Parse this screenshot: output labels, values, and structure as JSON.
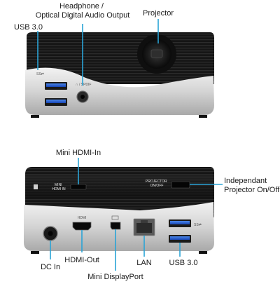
{
  "colors": {
    "callout": "#2aa3d6",
    "body_black": "#141414",
    "body_silver": "#d9d9d9",
    "usb_blue": "#1f5fd6"
  },
  "top_view": {
    "labels": {
      "usb": "USB 3.0",
      "audio": "Headphone /\nOptical Digital Audio Output",
      "projector": "Projector"
    },
    "device_text": {
      "ss_mark": "SS⇄",
      "spdif": "∩ / SPDIF"
    }
  },
  "bottom_view": {
    "labels": {
      "mini_hdmi": "Mini HDMI-In",
      "projector_switch": "Independant\nProjector On/Off",
      "dc_in": "DC In",
      "hdmi_out": "HDMI-Out",
      "mini_displayport": "Mini DisplayPort",
      "lan": "LAN",
      "usb": "USB 3.0"
    },
    "device_text": {
      "mini_hdmi_in": "MINI\nHDMI IN",
      "projector_onoff": "PROJECTOR\nON/OFF",
      "hdmi": "HDMI",
      "ss_mark": "SS⇄"
    }
  }
}
